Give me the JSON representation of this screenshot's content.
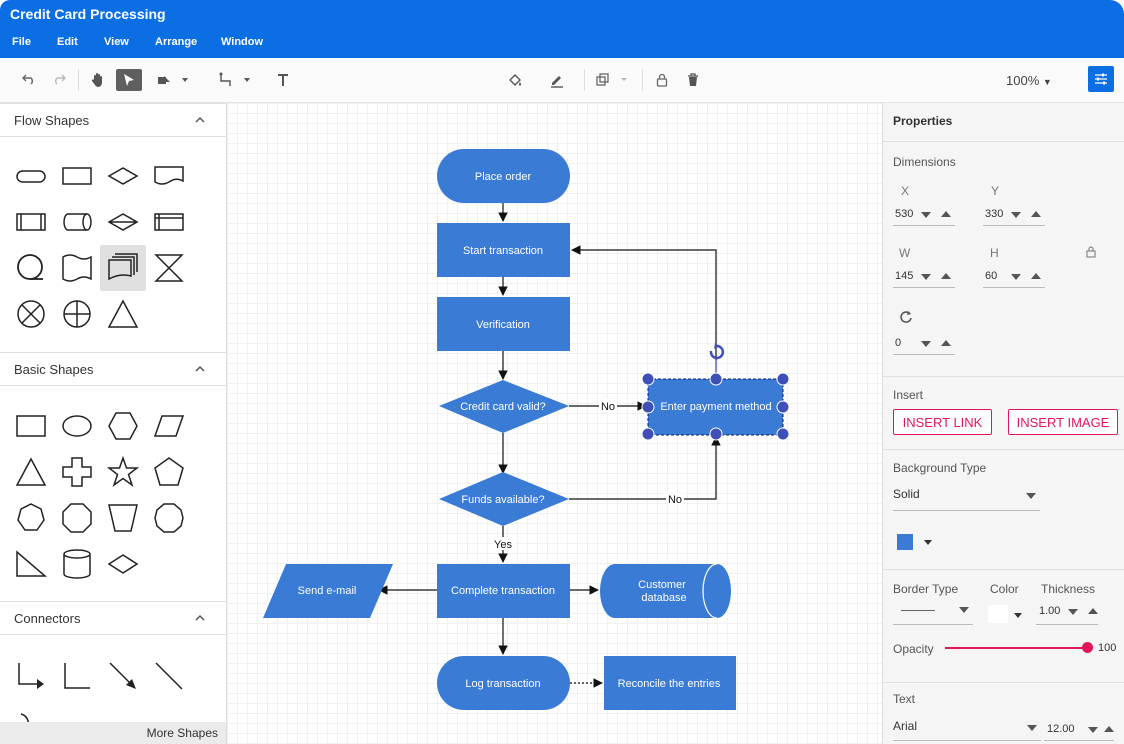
{
  "app": {
    "title": "Credit Card Processing"
  },
  "menu": [
    {
      "id": "file",
      "label": "File"
    },
    {
      "id": "edit",
      "label": "Edit"
    },
    {
      "id": "view",
      "label": "View"
    },
    {
      "id": "arrange",
      "label": "Arrange"
    },
    {
      "id": "window",
      "label": "Window"
    }
  ],
  "toolbar": {
    "zoom": "100%",
    "icons": [
      "undo-icon",
      "redo-icon",
      "pan-hand-icon",
      "select-pointer-icon",
      "shapes-icon",
      "connector-icon",
      "text-icon",
      "fill-color-icon",
      "stroke-color-icon",
      "order-icon",
      "lock-icon",
      "delete-icon",
      "properties-toggle-icon"
    ]
  },
  "palette": {
    "sections": [
      {
        "id": "flow",
        "label": "Flow Shapes"
      },
      {
        "id": "basic",
        "label": "Basic Shapes"
      },
      {
        "id": "connectors",
        "label": "Connectors"
      }
    ],
    "more_shapes": "More Shapes"
  },
  "diagram": {
    "nodes": {
      "place_order": "Place order",
      "start_transaction": "Start transaction",
      "verification": "Verification",
      "credit_card_valid": "Credit card valid?",
      "enter_payment": "Enter payment method",
      "funds_available": "Funds available?",
      "complete_transaction": "Complete transaction",
      "send_email": "Send e-mail",
      "customer_db_1": "Customer",
      "customer_db_2": "database",
      "log_transaction": "Log transaction",
      "reconcile": "Reconcile the entries"
    },
    "edge_labels": {
      "no_1": "No",
      "no_2": "No",
      "yes": "Yes"
    },
    "colors": {
      "node_fill": "#3a7bd5",
      "node_text": "#ffffff",
      "selection_handle": "#3e4fb8"
    }
  },
  "properties": {
    "title": "Properties",
    "dimensions": {
      "label": "Dimensions",
      "x_label": "X",
      "x": "530",
      "y_label": "Y",
      "y": "330",
      "w_label": "W",
      "w": "145",
      "h_label": "H",
      "h": "60",
      "rotation": "0"
    },
    "insert": {
      "label": "Insert",
      "link": "INSERT LINK",
      "image": "INSERT IMAGE"
    },
    "background": {
      "label": "Background Type",
      "value": "Solid",
      "color": "#3a7bd5"
    },
    "border": {
      "type_label": "Border Type",
      "color_label": "Color",
      "thickness_label": "Thickness",
      "thickness": "1.00"
    },
    "opacity": {
      "label": "Opacity",
      "value": "100",
      "level": 1.0
    },
    "text": {
      "label": "Text",
      "font": "Arial",
      "size": "12.00"
    },
    "accent_color": "#e3165b"
  }
}
